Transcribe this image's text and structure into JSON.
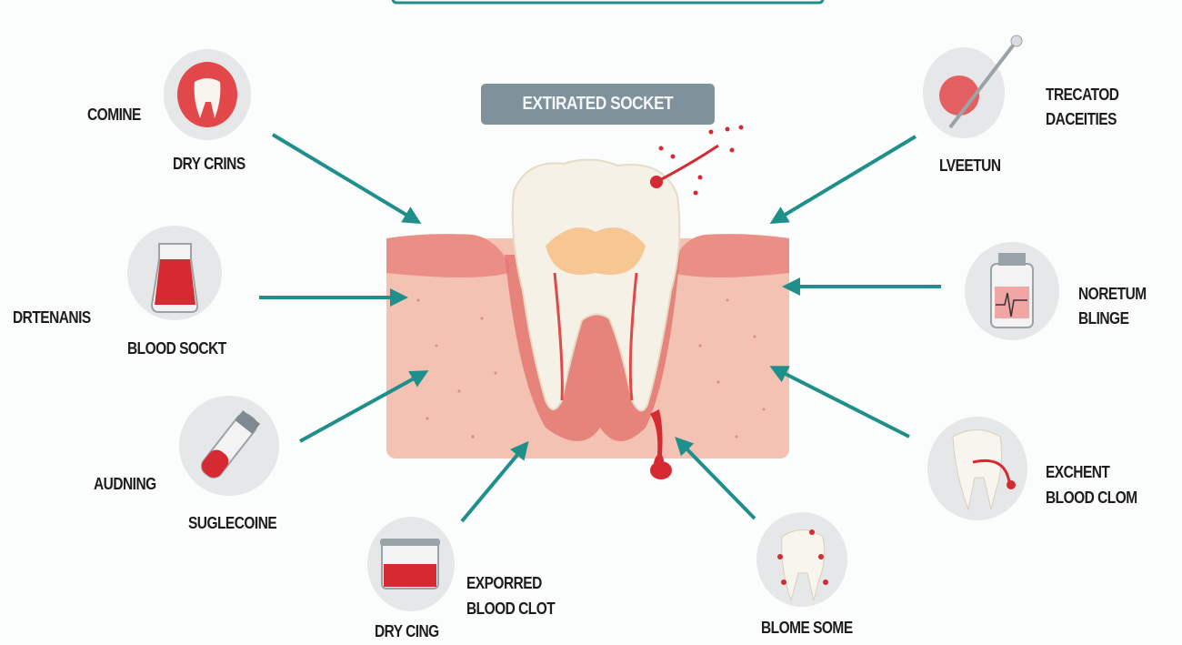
{
  "title": "EXTIRATED SOCKET",
  "colors": {
    "arrow": "#1f8f8c",
    "gum": "#f0a89a",
    "tissue": "#f3c2b3",
    "blood": "#d62a32",
    "tooth": "#f5f1e6",
    "title_bg": "#7f929b",
    "circle": "#e6e7e8"
  },
  "left_items": [
    {
      "icon": "bleeding-tooth-icon",
      "labels": [
        "COMINE",
        "DRY CRINS"
      ]
    },
    {
      "icon": "blood-beaker-icon",
      "labels": [
        "DRTENANIS",
        "BLOOD SOCKT"
      ]
    },
    {
      "icon": "blood-vial-icon",
      "labels": [
        "AUDNING",
        "SUGLECOINE"
      ]
    },
    {
      "icon": "blood-jar-icon",
      "labels": [
        "DRY CING",
        "EXPORRED",
        "BLOOD CLOT"
      ]
    }
  ],
  "right_items": [
    {
      "icon": "dental-probe-icon",
      "labels": [
        "TRECATOD",
        "DACEITIES",
        "LVEETUN"
      ]
    },
    {
      "icon": "medicine-bottle-icon",
      "labels": [
        "NORETUM",
        "BLINGE"
      ]
    },
    {
      "icon": "tooth-clot-icon",
      "labels": [
        "EXCHENT",
        "BLOOD CLOM"
      ]
    },
    {
      "icon": "spotted-tooth-icon",
      "labels": [
        "BLOME SOME"
      ]
    }
  ]
}
